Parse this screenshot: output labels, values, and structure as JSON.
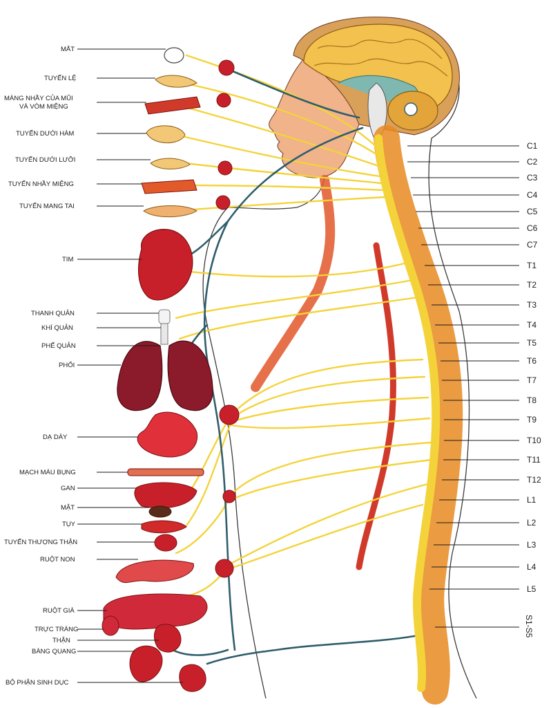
{
  "left_labels": [
    "MẮT",
    "TUYẾN LỆ",
    "MÀNG NHẦY CỦA MŨI",
    "VÀ VÒM MIỆNG",
    "TUYẾN DƯỚI HÀM",
    "TUYẾN DƯỚI LƯỠI",
    "TUYẾN NHẦY MIỆNG",
    "TUYẾN MANG TAI",
    "TIM",
    "THANH QUẢN",
    "KHÍ QUẢN",
    "PHẾ QUẢN",
    "PHỔI",
    "DẠ DÀY",
    "MẠCH MÁU BỤNG",
    "GAN",
    "MẬT",
    "TỤY",
    "TUYẾN THƯỢNG THẬN",
    "RUỘT NON",
    "RUỘT GIÀ",
    "TRỰC TRÀNG",
    "THẬN",
    "BÀNG QUANG",
    "BỘ PHẬN SINH DỤC"
  ],
  "right_labels": [
    "C1",
    "C2",
    "C3",
    "C4",
    "C5",
    "C6",
    "C7",
    "T1",
    "T2",
    "T3",
    "T4",
    "T5",
    "T6",
    "T7",
    "T8",
    "T9",
    "T10",
    "T11",
    "T12",
    "L1",
    "L2",
    "L3",
    "L4",
    "L5",
    "S1-S5"
  ],
  "colors": {
    "brain": "#f2c14e",
    "skin": "#f0b38a",
    "spine": "#f0a030",
    "nerve": "#f4d33a",
    "vagus": "#2f5d6b",
    "organ": "#c8202a",
    "aorta": "#d03a2a"
  }
}
